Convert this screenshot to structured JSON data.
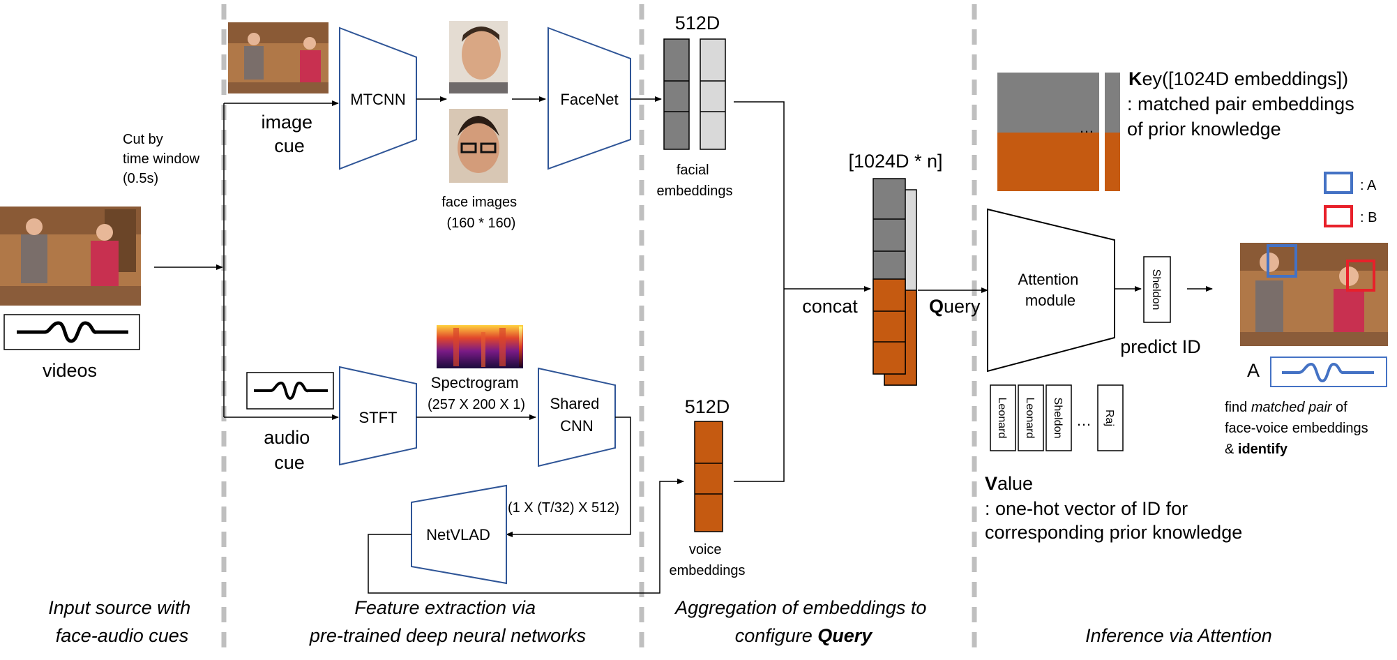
{
  "videos_label": "videos",
  "cut_label": [
    "Cut by",
    "time window",
    "(0.5s)"
  ],
  "image_cue_label": [
    "image",
    "cue"
  ],
  "audio_cue_label": [
    "audio",
    "cue"
  ],
  "mtcnn": "MTCNN",
  "facenet": "FaceNet",
  "face_images_label": [
    "face images",
    "(160 * 160)"
  ],
  "stft": "STFT",
  "spectrogram_label": [
    "Spectrogram",
    "(257 X 200 X 1)"
  ],
  "shared_cnn": [
    "Shared",
    "CNN"
  ],
  "netvlad": "NetVLAD",
  "netvlad_dim": "(1 X (T/32) X 512)",
  "dim_512_top": "512D",
  "dim_512_bottom": "512D",
  "facial_embeddings_label": [
    "facial",
    "embeddings"
  ],
  "voice_embeddings_label": [
    "voice",
    "embeddings"
  ],
  "concat_label": "concat",
  "query_dim": "[1024D * n]",
  "query_bold": "Q",
  "query_rest": "uery",
  "key_bold": "K",
  "key_rest": "ey([1024D embeddings])",
  "key_desc": [
    ": matched pair embeddings",
    "of prior knowledge"
  ],
  "ellipsis": "…",
  "attention_module": [
    "Attention",
    "module"
  ],
  "predicted_name": "Sheldon",
  "predict_id_label": "predict ID",
  "value_names": [
    "Leonard",
    "Leonard",
    "Sheldon",
    "Raj"
  ],
  "value_bold": "V",
  "value_rest": "alue",
  "value_desc": [
    ": one-hot vector of ID for",
    "corresponding prior knowledge"
  ],
  "legend": [
    {
      "label": ": A",
      "color": "#4472c4"
    },
    {
      "label": ": B",
      "color": "#e8202a"
    }
  ],
  "identify_letter": "A",
  "find_text": {
    "find": "find ",
    "matched": "matched pair",
    "of": " of",
    "line2": "face-voice embeddings",
    "amp": "& ",
    "identify": "identify"
  },
  "captions": [
    [
      "Input source with",
      "face-audio cues"
    ],
    [
      "Feature extraction via",
      "pre-trained deep neural networks"
    ],
    [
      "Aggregation of embeddings to",
      "configure "
    ],
    [
      "",
      "Inference via Attention"
    ]
  ],
  "caption_query_bold": "Query",
  "colors": {
    "blue_outline": "#2f5597",
    "dark_gray": "#7f7f7f",
    "light_gray": "#d9d9d9",
    "orange": "#c55a11",
    "divider": "#bfbfbf",
    "wave_blue": "#4472c4"
  }
}
